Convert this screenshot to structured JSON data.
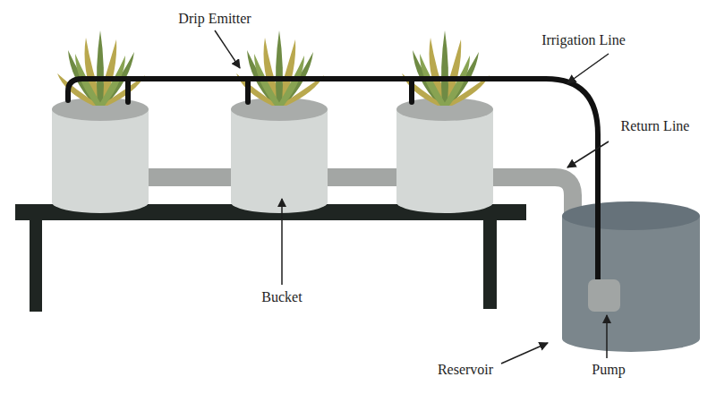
{
  "diagram": {
    "labels": [
      "Drip Emitter",
      "Irrigation Line",
      "Return Line",
      "Bucket",
      "Reservoir",
      "Pump"
    ]
  }
}
